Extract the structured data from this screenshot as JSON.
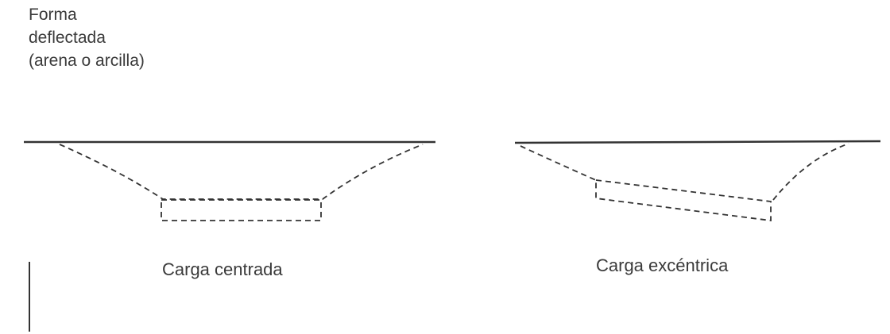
{
  "heading": {
    "lines": [
      "Forma",
      "deflectada",
      "(arena o arcilla)"
    ]
  },
  "diagrams": {
    "centered": {
      "caption": "Carga centrada"
    },
    "eccentric": {
      "caption": "Carga excéntrica"
    }
  },
  "colors": {
    "ink": "#333333",
    "text": "#3a3a3a",
    "background": "#ffffff"
  }
}
